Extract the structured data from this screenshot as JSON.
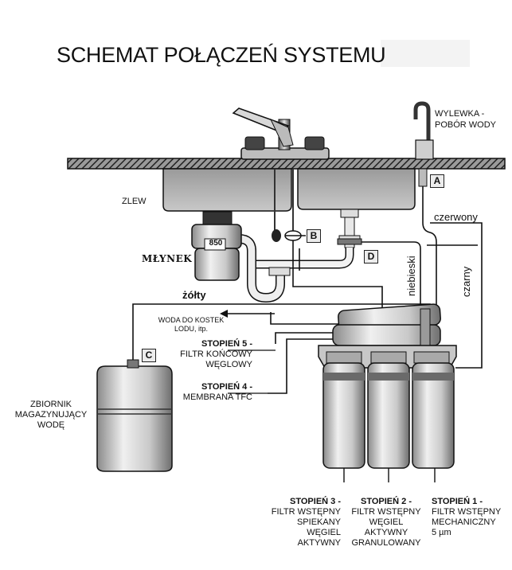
{
  "title": "SCHEMAT POŁĄCZEŃ SYSTEMU",
  "labels": {
    "faucet_l1": "WYLEWKA -",
    "faucet_l2": "POBÓR WODY",
    "sink": "ZLEW",
    "disposal": "MŁYNEK",
    "disposal_model": "850",
    "red_line": "czerwony",
    "blue_line": "niebieski",
    "black_line": "czarny",
    "yellow_line": "żółty",
    "ice_l1": "WODA DO KOSTEK",
    "ice_l2": "LODU, itp.",
    "stage5_l1": "STOPIEŃ 5 -",
    "stage5_l2": "FILTR KOŃCOWY",
    "stage5_l3": "WĘGLOWY",
    "stage4_l1": "STOPIEŃ 4 -",
    "stage4_l2": "MEMBRANA TFC",
    "tank_l1": "ZBIORNIK",
    "tank_l2": "MAGAZYNUJĄCY",
    "tank_l3": "WODĘ"
  },
  "stages": [
    {
      "id": "stage3",
      "head": "STOPIEŃ 3 -",
      "lines": [
        "FILTR WSTĘPNY",
        "SPIEKANY",
        "WĘGIEL",
        "AKTYWNY"
      ]
    },
    {
      "id": "stage2",
      "head": "STOPIEŃ 2 -",
      "lines": [
        "FILTR WSTĘPNY",
        "WĘGIEL",
        "AKTYWNY",
        "GRANULOWANY"
      ]
    },
    {
      "id": "stage1",
      "head": "STOPIEŃ 1 -",
      "lines": [
        "FILTR WSTĘPNY",
        "MECHANICZNY",
        "5 µm"
      ]
    }
  ],
  "markers": {
    "a": "A",
    "b": "B",
    "c": "C",
    "d": "D"
  }
}
